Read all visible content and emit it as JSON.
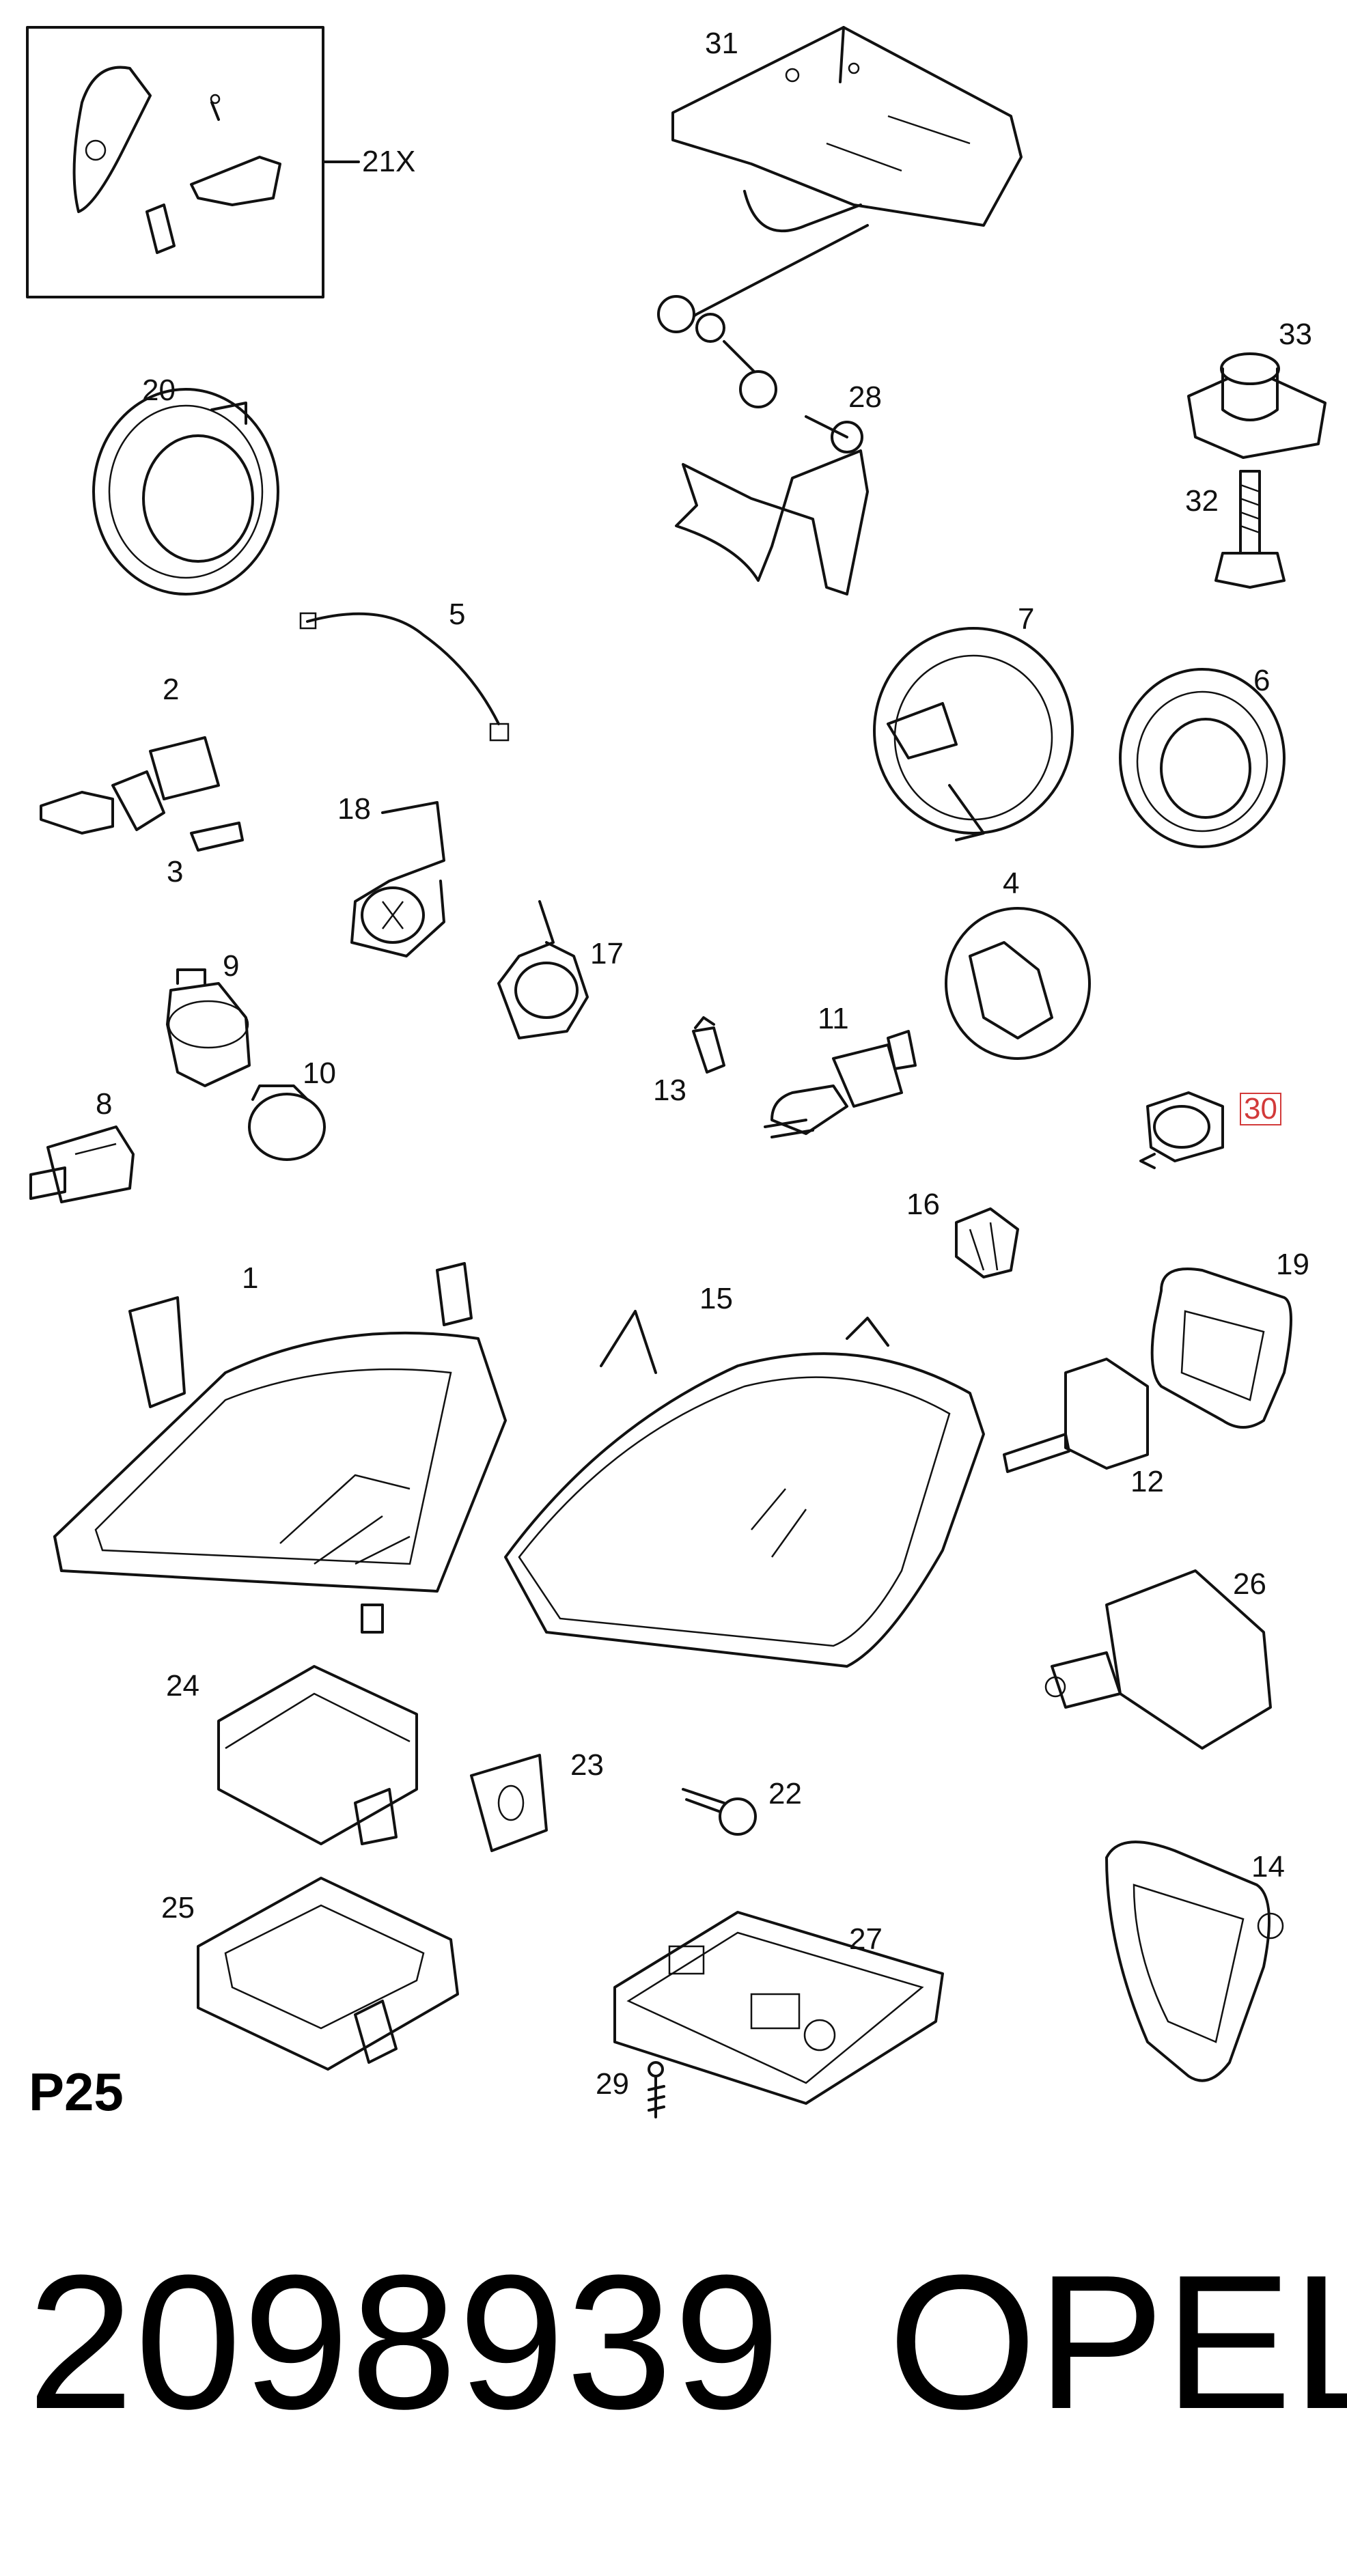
{
  "callouts": {
    "c21x": "21X",
    "c31": "31",
    "c20": "20",
    "c28": "28",
    "c33": "33",
    "c32": "32",
    "c5": "5",
    "c2": "2",
    "c7": "7",
    "c6": "6",
    "c18": "18",
    "c3": "3",
    "c4": "4",
    "c17": "17",
    "c9": "9",
    "c11": "11",
    "c10": "10",
    "c13": "13",
    "c8": "8",
    "c30": "30",
    "c16": "16",
    "c1": "1",
    "c19": "19",
    "c15": "15",
    "c12": "12",
    "c26": "26",
    "c24": "24",
    "c23": "23",
    "c22": "22",
    "c14": "14",
    "c25": "25",
    "c27": "27",
    "c29": "29"
  },
  "highlighted_callout": "30",
  "highlight_color": "#d23a3a",
  "page_label": "P25",
  "part_number": "2098939",
  "brand": "OPEL"
}
